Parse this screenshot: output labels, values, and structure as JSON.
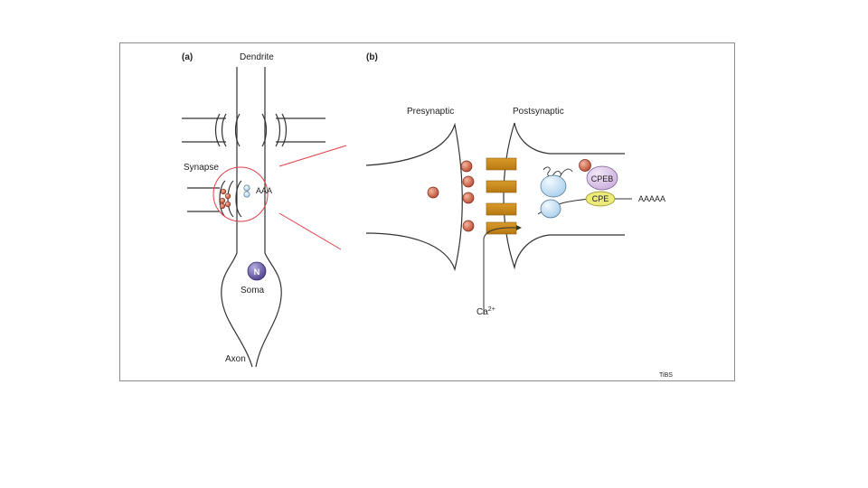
{
  "panel_a": {
    "tag": "(a)",
    "dendrite": "Dendrite",
    "synapse": "Synapse",
    "aaa": "AAA",
    "nucleus": "N",
    "soma": "Soma",
    "axon": "Axon"
  },
  "panel_b": {
    "tag": "(b)",
    "presynaptic": "Presynaptic",
    "postsynaptic": "Postsynaptic",
    "cpeb": "CPEB",
    "cpe": "CPE",
    "polya": "AAAAA",
    "calcium": "Ca",
    "calcium_sup": "2+"
  },
  "credit": "TiBS",
  "colors": {
    "vesicle": "#c8563a",
    "receptor": "#c98a1e",
    "ribosome": "#bcdcf2",
    "cpeb": "#dcc6e8",
    "cpe": "#ecea78",
    "nucleus": "#6a5aa8",
    "highlight": "#e0404a"
  }
}
